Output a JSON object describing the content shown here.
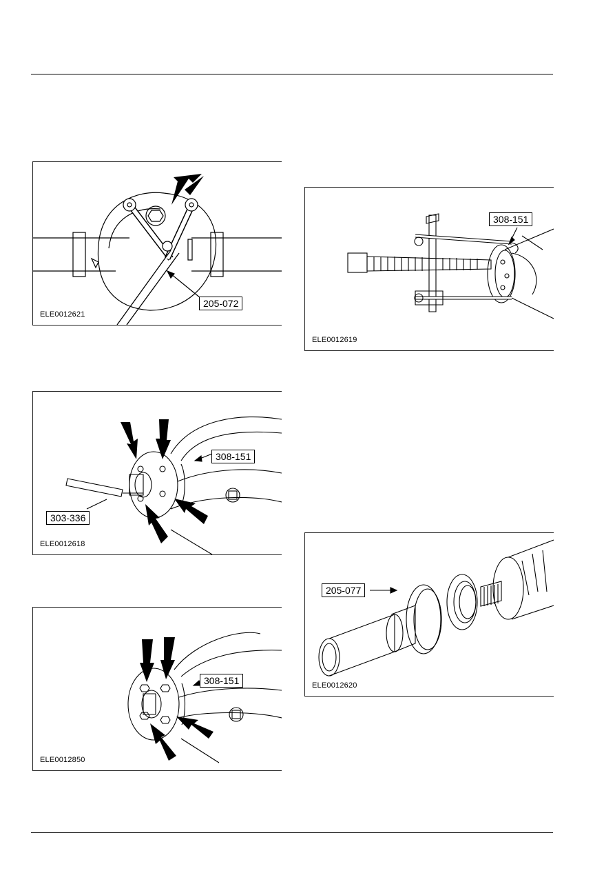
{
  "figures": [
    {
      "id": "ELE0012621",
      "callouts": [
        "205-072"
      ]
    },
    {
      "id": "ELE0012618",
      "callouts": [
        "308-151",
        "303-336"
      ]
    },
    {
      "id": "ELE0012850",
      "callouts": [
        "308-151"
      ]
    },
    {
      "id": "ELE0012619",
      "callouts": [
        "308-151"
      ]
    },
    {
      "id": "ELE0012620",
      "callouts": [
        "205-077"
      ]
    }
  ]
}
